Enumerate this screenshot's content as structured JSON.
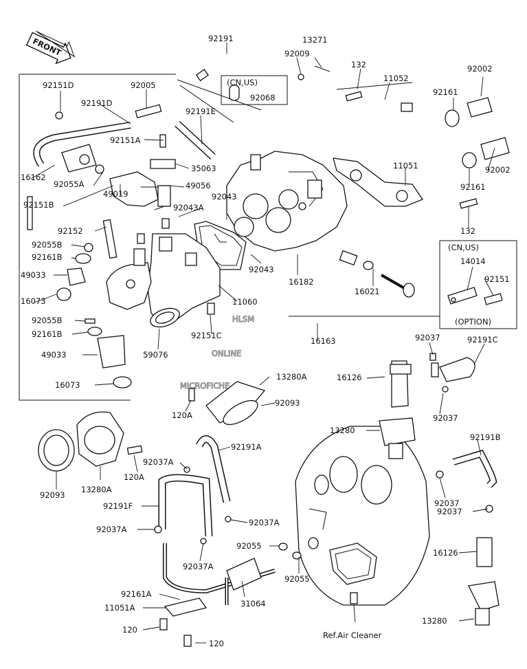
{
  "title": "",
  "front_arrow": {
    "label": "FRONT"
  },
  "notes": {
    "cn_us_1": "(CN,US)",
    "cn_us_2": "(CN,US)",
    "option": "(OPTION)",
    "ref_air_cleaner": "Ref.Air Cleaner"
  },
  "watermark": {
    "line1": "HLSM",
    "line2": "ONLINE",
    "line3": "MICROFICHE"
  },
  "labels": {
    "p92191_top": "92191",
    "p13271": "13271",
    "p92009": "92009",
    "p132_top": "132",
    "p92002_top": "92002",
    "p92151D": "92151D",
    "p92005": "92005",
    "p92068": "92068",
    "p11052": "11052",
    "p92161_top": "92161",
    "p92191D": "92191D",
    "p92191E": "92191E",
    "p92151A": "92151A",
    "p35063": "35063",
    "p11051": "11051",
    "p92002_mid": "92002",
    "p16162": "16162",
    "p92055A": "92055A",
    "p49019": "49019",
    "p49056": "49056",
    "p92161_mid": "92161",
    "p92151B": "92151B",
    "p92043_top": "92043",
    "p92043A": "92043A",
    "p132_mid": "132",
    "p92152": "92152",
    "p92055B_a": "92055B",
    "p92161B_a": "92161B",
    "p92043_mid": "92043",
    "p14014": "14014",
    "p92151": "92151",
    "p49033_a": "49033",
    "p16182": "16182",
    "p16073_a": "16073",
    "p11060": "11060",
    "p16021": "16021",
    "p92055B_b": "92055B",
    "p92161B_b": "92161B",
    "p92151C": "92151C",
    "p16163": "16163",
    "p92037_a": "92037",
    "p92191C": "92191C",
    "p49033_b": "49033",
    "p59076": "59076",
    "p16073_b": "16073",
    "p13280A_a": "13280A",
    "p16126_a": "16126",
    "p92093_a": "92093",
    "p92037_b": "92037",
    "p120A_a": "120A",
    "p13280_a": "13280",
    "p92191A": "92191A",
    "p92191B": "92191B",
    "p120A_b": "120A",
    "p92037A_a": "92037A",
    "p92093_b": "92093",
    "p13280A_b": "13280A",
    "p92191F": "92191F",
    "p92037_c": "92037",
    "p92037_d": "92037",
    "p92037A_b": "92037A",
    "p92037A_c": "92037A",
    "p92055_a": "92055",
    "p16126_b": "16126",
    "p92037A_d": "92037A",
    "p92055_b": "92055",
    "p92161A": "92161A",
    "p11051A": "11051A",
    "p31064": "31064",
    "p120_a": "120",
    "p13280_b": "13280",
    "p120_b": "120"
  }
}
